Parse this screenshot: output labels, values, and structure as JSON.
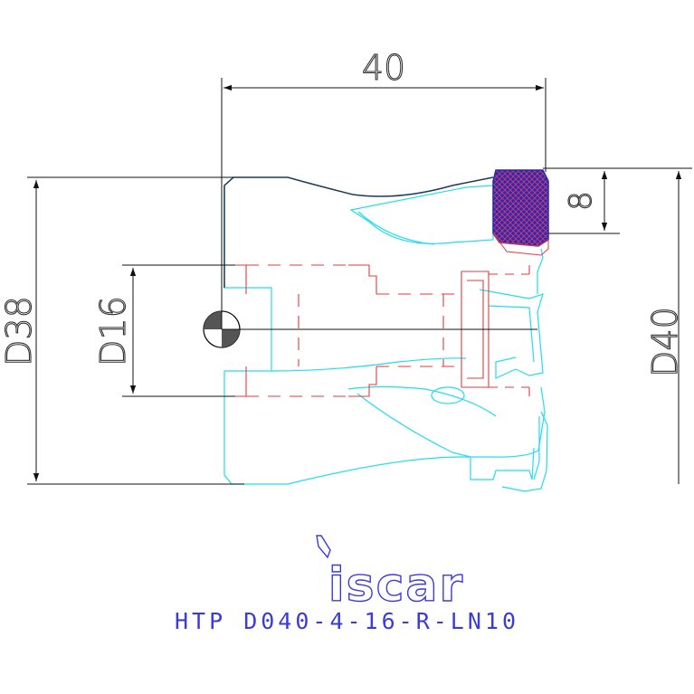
{
  "dimensions": {
    "length": "40",
    "depth": "8",
    "d_outer": "D40",
    "d_body": "D38",
    "d_bore": "D16"
  },
  "brand": {
    "logo_text": "iscar",
    "part_number": "HTP D040-4-16-R-LN10"
  },
  "colors": {
    "background": "#ffffff",
    "dimension_line": "#333333",
    "body_outline": "#22ddee",
    "hidden_bore": "#e53b3b",
    "insert_fill": "#2d2aa8",
    "insert_hatch": "#d63a7a",
    "profile_edge": "#1c3b5a",
    "brand": "#3b3bd6"
  }
}
